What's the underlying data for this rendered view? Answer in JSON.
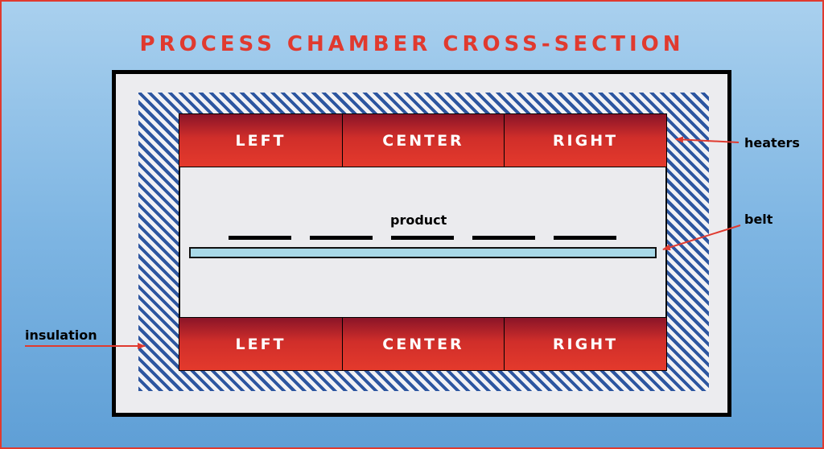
{
  "title": "PROCESS CHAMBER CROSS-SECTION",
  "heaters_top": [
    "LEFT",
    "CENTER",
    "RIGHT"
  ],
  "heaters_bottom": [
    "LEFT",
    "CENTER",
    "RIGHT"
  ],
  "labels": {
    "heaters": "heaters",
    "belt": "belt",
    "product": "product",
    "insulation": "insulation"
  },
  "colors": {
    "title": "#e03a2f",
    "arrow": "#e03a2f",
    "insulation_stripe": "#2d56a0",
    "heater": "#d02e2a",
    "belt": "#a9d9e8"
  }
}
